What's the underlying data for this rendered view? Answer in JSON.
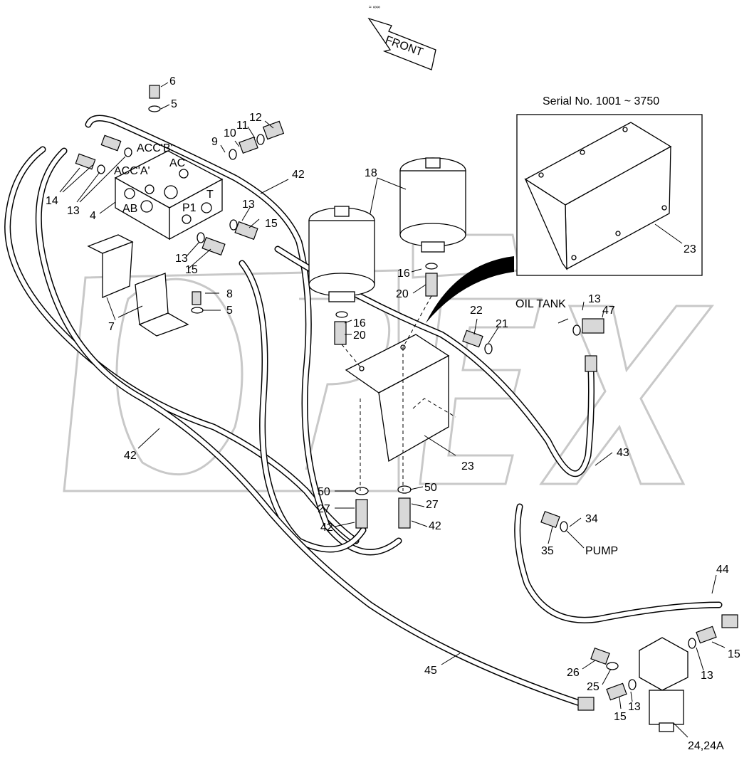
{
  "watermark": "OPEX",
  "front_label": "FRONT",
  "serial_label": "Serial No. 1001 ~ 3750",
  "port_labels": [
    "ACC'B'",
    "ACC'A'",
    "AC",
    "AB",
    "P1",
    "T"
  ],
  "connection_labels": {
    "oil_tank": "OIL TANK",
    "pump": "PUMP"
  },
  "callouts": [
    "6",
    "5",
    "12",
    "11",
    "10",
    "9",
    "14",
    "13",
    "4",
    "42",
    "18",
    "13",
    "15",
    "13",
    "15",
    "16",
    "20",
    "8",
    "5",
    "7",
    "16",
    "20",
    "22",
    "21",
    "13",
    "47",
    "23",
    "23",
    "43",
    "42",
    "50",
    "50",
    "27",
    "27",
    "42",
    "42",
    "34",
    "35",
    "44",
    "15",
    "13",
    "26",
    "25",
    "13",
    "15",
    "45",
    "24,24A"
  ]
}
